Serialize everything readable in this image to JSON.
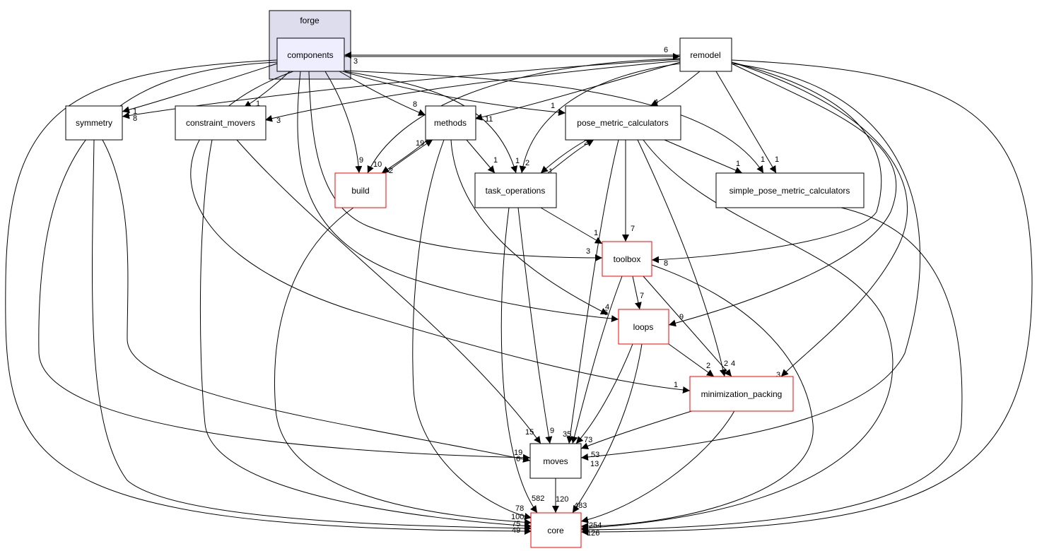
{
  "cluster": {
    "label": "forge"
  },
  "nodes": {
    "components": "components",
    "remodel": "remodel",
    "symmetry": "symmetry",
    "constraint_movers": "constraint_movers",
    "methods": "methods",
    "pose_metric_calculators": "pose_metric_calculators",
    "build": "build",
    "task_operations": "task_operations",
    "simple_pose_metric_calculators": "simple_pose_metric_calculators",
    "toolbox": "toolbox",
    "loops": "loops",
    "minimization_packing": "minimization_packing",
    "moves": "moves",
    "core": "core"
  },
  "edge_labels": {
    "l_6": "6",
    "l_3a": "3",
    "l_1sym": "1",
    "l_8sym": "8",
    "l_1cm": "1",
    "l_3cm": "3",
    "l_8m": "8",
    "l_11m": "11",
    "l_1rm": "1",
    "l_4pmc": "4",
    "l_1ta": "1",
    "l_2ta": "2",
    "l_1tb": "1",
    "l_1tc": "1",
    "l_2pmc": "2",
    "l_9b": "9",
    "l_10b": "10",
    "l_2b": "2",
    "l_19m": "19",
    "l_1spm1": "1",
    "l_1spm2": "1",
    "l_1spm3": "1",
    "l_7tb": "7",
    "l_1tbx": "1",
    "l_3tbx": "3",
    "l_8tbx": "8",
    "l_7lp": "7",
    "l_4lp": "4",
    "l_6lp": "6",
    "l_9lp": "9",
    "l_2mp": "2",
    "l_2mp2": "2",
    "l_4mp": "4",
    "l_3mp": "3",
    "l_1mp": "1",
    "l_15mv": "15",
    "l_9mv": "9",
    "l_35mv": "35",
    "l_73mv": "73",
    "l_53mv": "53",
    "l_13mv": "13",
    "l_19mv": "19",
    "l_6mv": "6",
    "l_582": "582",
    "l_120": "120",
    "l_483": "483",
    "l_78": "78",
    "l_100": "100",
    "l_75": "75",
    "l_49": "49",
    "l_254": "254",
    "l_stack": "126"
  }
}
